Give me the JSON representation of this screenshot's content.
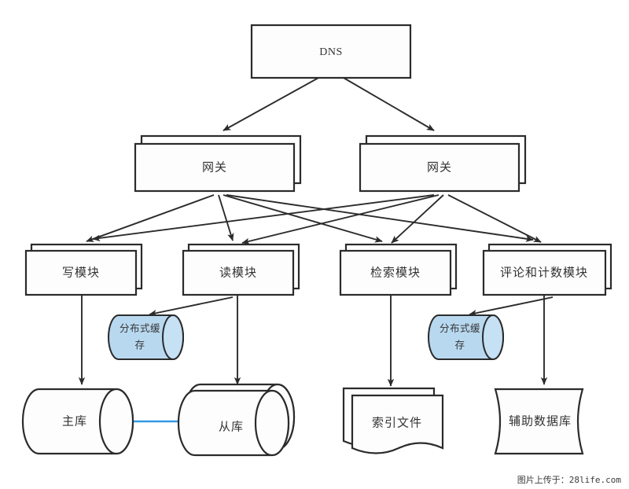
{
  "diagram": {
    "title": "DNS",
    "watermark": "图片上传于：28life.com",
    "colors": {
      "stroke": "#2b2b2b",
      "cache_fill": "#b8d8f0",
      "replication_arrow": "#3399e6",
      "background": "#ffffff",
      "text": "#333333"
    },
    "nodes": {
      "dns": {
        "label": "DNS",
        "shape": "rectangle"
      },
      "gateway_left": {
        "label": "网关",
        "shape": "stacked-rectangle"
      },
      "gateway_right": {
        "label": "网关",
        "shape": "stacked-rectangle"
      },
      "write_module": {
        "label": "写模块",
        "shape": "stacked-rectangle"
      },
      "read_module": {
        "label": "读模块",
        "shape": "stacked-rectangle"
      },
      "search_module": {
        "label": "检索模块",
        "shape": "stacked-rectangle"
      },
      "comment_count_module": {
        "label": "评论和计数模块",
        "shape": "stacked-rectangle"
      },
      "cache_left": {
        "label_line1": "分布式缓",
        "label_line2": "存",
        "shape": "cylinder-horizontal"
      },
      "cache_right": {
        "label_line1": "分布式缓",
        "label_line2": "存",
        "shape": "cylinder-horizontal"
      },
      "master_db": {
        "label": "主库",
        "shape": "cylinder-horizontal"
      },
      "slave_db": {
        "label": "从库",
        "shape": "stacked-cylinder-horizontal"
      },
      "index_file": {
        "label": "索引文件",
        "shape": "stacked-document"
      },
      "auxiliary_db": {
        "label": "辅助数据库",
        "shape": "drum"
      }
    },
    "edges": [
      {
        "from": "dns",
        "to": "gateway_left"
      },
      {
        "from": "dns",
        "to": "gateway_right"
      },
      {
        "from": "gateway_left",
        "to": "write_module"
      },
      {
        "from": "gateway_left",
        "to": "read_module"
      },
      {
        "from": "gateway_left",
        "to": "search_module"
      },
      {
        "from": "gateway_left",
        "to": "comment_count_module"
      },
      {
        "from": "gateway_right",
        "to": "write_module"
      },
      {
        "from": "gateway_right",
        "to": "read_module"
      },
      {
        "from": "gateway_right",
        "to": "search_module"
      },
      {
        "from": "gateway_right",
        "to": "comment_count_module"
      },
      {
        "from": "read_module",
        "to": "cache_left"
      },
      {
        "from": "read_module",
        "to": "slave_db"
      },
      {
        "from": "write_module",
        "to": "master_db"
      },
      {
        "from": "search_module",
        "to": "index_file"
      },
      {
        "from": "comment_count_module",
        "to": "cache_right"
      },
      {
        "from": "comment_count_module",
        "to": "auxiliary_db"
      },
      {
        "from": "master_db",
        "to": "slave_db",
        "style": "replication"
      }
    ]
  }
}
